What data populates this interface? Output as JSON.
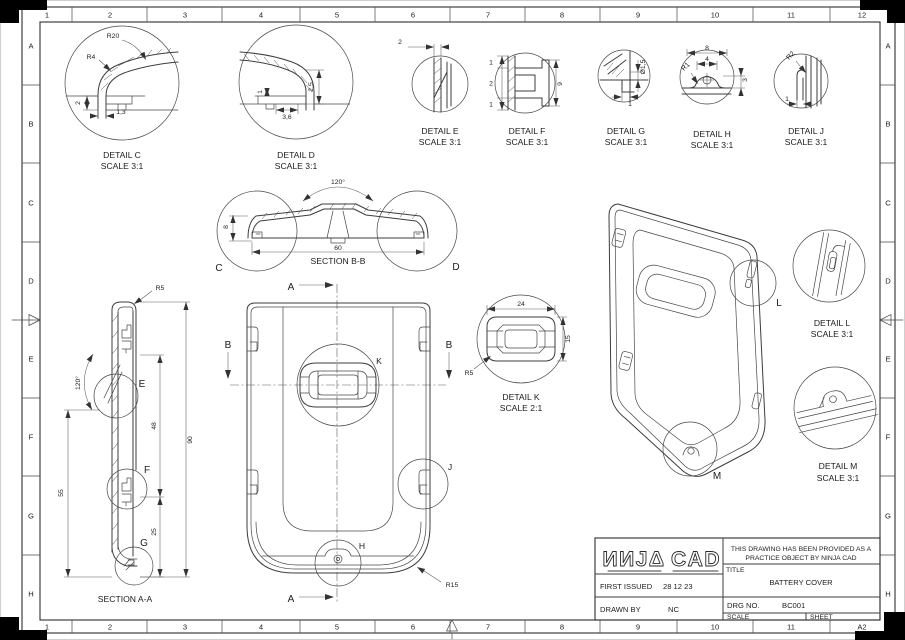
{
  "border": {
    "top_cols": [
      "1",
      "2",
      "3",
      "4",
      "5",
      "6",
      "7",
      "8",
      "9",
      "10",
      "11",
      "12"
    ],
    "bottom_cols": [
      "1",
      "2",
      "3",
      "4",
      "5",
      "6",
      "7",
      "8",
      "9",
      "10",
      "11",
      "A2"
    ],
    "left_rows": [
      "A",
      "B",
      "C",
      "D",
      "E",
      "F",
      "G",
      "H"
    ],
    "right_rows": [
      "A",
      "B",
      "C",
      "D",
      "E",
      "F",
      "G",
      "H"
    ]
  },
  "details": {
    "c": {
      "title": "DETAIL C",
      "scale": "SCALE 3:1",
      "r20": "R20",
      "r4": "R4",
      "dim_2": "2",
      "dim_1_3": "1,3"
    },
    "d": {
      "title": "DETAIL D",
      "scale": "SCALE 3:1",
      "dim_2_5": "2,5",
      "dim_3_6": "3,6",
      "dim_1": "1"
    },
    "e": {
      "title": "DETAIL E",
      "scale": "SCALE 3:1",
      "dim_2": "2"
    },
    "f": {
      "title": "DETAIL F",
      "scale": "SCALE 3:1",
      "dim_1_top": "1",
      "dim_2": "2",
      "dim_1_bottom": "1",
      "dim_9": "9"
    },
    "g": {
      "title": "DETAIL G",
      "scale": "SCALE 3:1",
      "dim_dia": "Ø1,5",
      "dim_1": "1"
    },
    "h": {
      "title": "DETAIL H",
      "scale": "SCALE 3:1",
      "dim_8": "8",
      "dim_4": "4",
      "r1": "R1",
      "dim_3": "3"
    },
    "j": {
      "title": "DETAIL J",
      "scale": "SCALE 3:1",
      "r2": "R2",
      "dim_1": "1"
    },
    "k": {
      "title": "DETAIL K",
      "scale": "SCALE 2:1",
      "dim_24": "24",
      "dim_15": "15",
      "r5": "R5"
    },
    "l": {
      "title": "DETAIL L",
      "scale": "SCALE 3:1"
    },
    "m": {
      "title": "DETAIL M",
      "scale": "SCALE 3:1"
    }
  },
  "section_bb": {
    "title": "SECTION B-B",
    "angle": "120°",
    "dim_8": "8",
    "dim_60": "60",
    "label_c": "C",
    "label_d": "D"
  },
  "section_aa": {
    "title": "SECTION A-A",
    "r5": "R5",
    "angle": "120°",
    "dim_55": "55",
    "dim_48": "48",
    "dim_90": "90",
    "dim_25": "25",
    "label_e": "E",
    "label_f": "F",
    "label_g": "G"
  },
  "front_view": {
    "cut_a": "A",
    "cut_b": "B",
    "label_k": "K",
    "label_j": "J",
    "label_h": "H",
    "r15": "R15"
  },
  "iso_view": {
    "label_l": "L",
    "label_m": "M"
  },
  "title_block": {
    "logo_ninja": "ИИJΔ",
    "logo_cad": "CAD",
    "disclaimer_line1": "THIS DRAWING HAS BEEN PROVIDED AS A",
    "disclaimer_line2": "PRACTICE OBJECT BY NINJA CAD",
    "title_label": "TITLE",
    "title": "BATTERY COVER",
    "first_issued_label": "FIRST ISSUED",
    "first_issued_date": "28 12 23",
    "drawn_by_label": "DRAWN BY",
    "drawn_by": "NC",
    "drg_no_label": "DRG NO.",
    "drg_no": "BC001",
    "scale_label": "SCALE",
    "sheet_label": "SHEET"
  }
}
